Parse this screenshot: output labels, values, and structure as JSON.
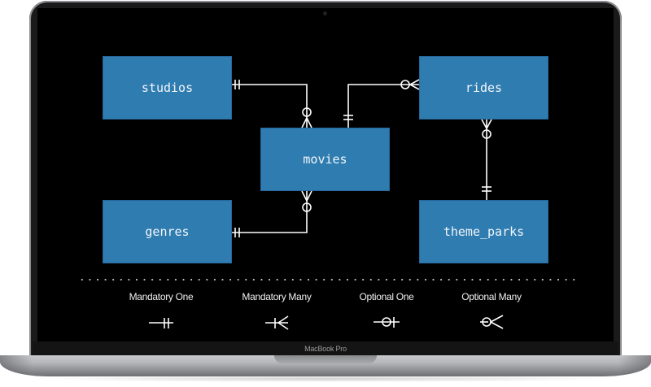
{
  "device": {
    "model_label": "MacBook Pro"
  },
  "diagram": {
    "type": "entity-relationship",
    "entities": [
      {
        "id": "studios",
        "label": "studios"
      },
      {
        "id": "rides",
        "label": "rides"
      },
      {
        "id": "movies",
        "label": "movies"
      },
      {
        "id": "genres",
        "label": "genres"
      },
      {
        "id": "theme_parks",
        "label": "theme_parks"
      }
    ],
    "relationships": [
      {
        "from": "studios",
        "from_cardinality": "mandatory-one",
        "to": "movies",
        "to_cardinality": "optional-many"
      },
      {
        "from": "genres",
        "from_cardinality": "mandatory-one",
        "to": "movies",
        "to_cardinality": "optional-many"
      },
      {
        "from": "movies",
        "from_cardinality": "mandatory-one",
        "to": "rides",
        "to_cardinality": "optional-many"
      },
      {
        "from": "theme_parks",
        "from_cardinality": "mandatory-one",
        "to": "rides",
        "to_cardinality": "optional-many"
      }
    ],
    "colors": {
      "entity_fill": "#2f7cb1",
      "entity_text": "#f2f6fa",
      "connector": "#ffffff",
      "background": "#000000"
    }
  },
  "legend": {
    "items": [
      {
        "label": "Mandatory One",
        "symbol": "mandatory-one"
      },
      {
        "label": "Mandatory Many",
        "symbol": "mandatory-many"
      },
      {
        "label": "Optional One",
        "symbol": "optional-one"
      },
      {
        "label": "Optional Many",
        "symbol": "optional-many"
      }
    ]
  }
}
